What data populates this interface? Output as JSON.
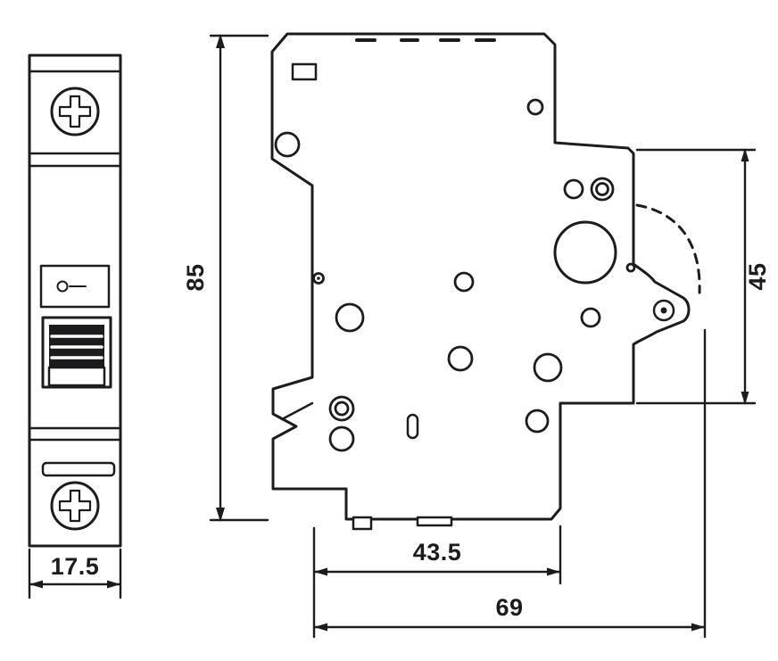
{
  "drawing": {
    "colors": {
      "line": "#1c1c1e",
      "background": "#ffffff"
    },
    "dimensions": {
      "front_width": "17.5",
      "overall_height": "85",
      "handle_height": "45",
      "base_depth": "43.5",
      "overall_depth": "69"
    }
  }
}
